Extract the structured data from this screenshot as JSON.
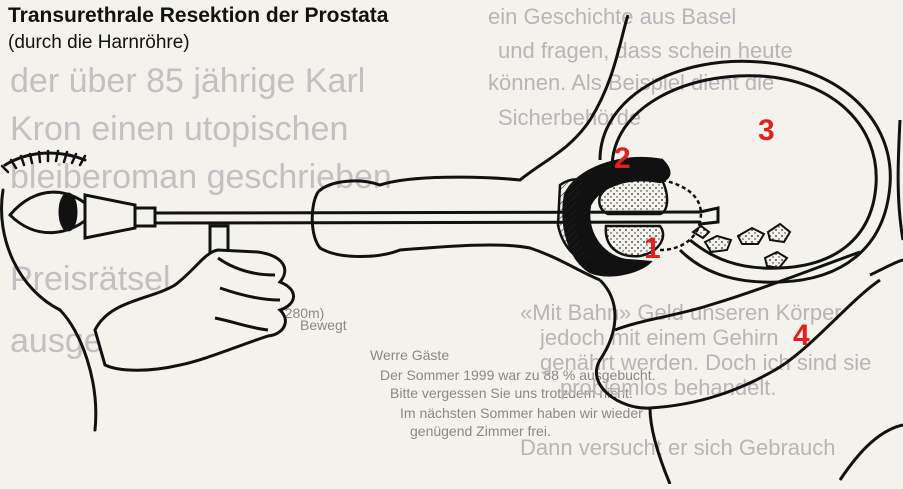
{
  "header": {
    "title": "Transurethrale Resektion der Prostata",
    "subtitle": "(durch die Harnröhre)"
  },
  "markers": [
    {
      "id": "1",
      "label": "1"
    },
    {
      "id": "2",
      "label": "2"
    },
    {
      "id": "3",
      "label": "3"
    },
    {
      "id": "4",
      "label": "4"
    }
  ],
  "colors": {
    "marker": "#e0221f",
    "ink": "#111111",
    "paper": "#f4f2ec",
    "bleed_through": "#c0bcc2"
  },
  "icons": [
    "eye-icon",
    "hand-icon",
    "endoscope-icon",
    "bladder-icon",
    "prostate-icon"
  ]
}
